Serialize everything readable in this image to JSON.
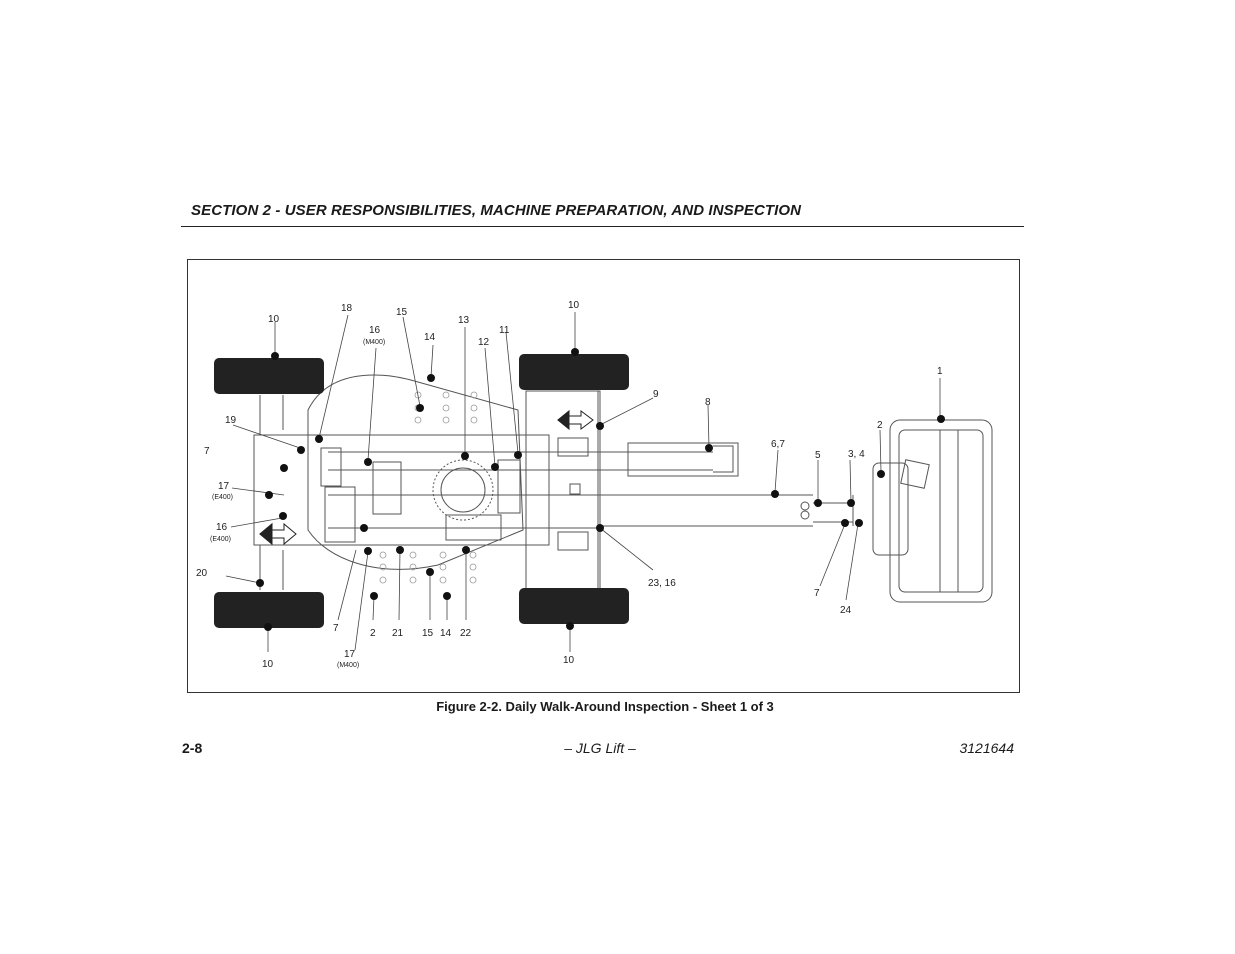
{
  "header": {
    "section_title": "SECTION 2 - USER RESPONSIBILITIES, MACHINE PREPARATION, AND INSPECTION"
  },
  "figure": {
    "caption": "Figure 2-2. Daily Walk-Around Inspection - Sheet 1 of 3",
    "callouts": {
      "c1": "1",
      "c2a": "2",
      "c2b": "2",
      "c34": "3, 4",
      "c5": "5",
      "c67": "6,7",
      "c7a": "7",
      "c7b": "7",
      "c7c": "7",
      "c8": "8",
      "c9": "9",
      "c10a": "10",
      "c10b": "10",
      "c10c": "10",
      "c10d": "10",
      "c11": "11",
      "c12": "12",
      "c13": "13",
      "c14a": "14",
      "c14b": "14",
      "c15a": "15",
      "c15b": "15",
      "c16a": "16",
      "c16b": "16",
      "c17a": "17",
      "c17b": "17",
      "c18": "18",
      "c19": "19",
      "c20": "20",
      "c21": "21",
      "c22": "22",
      "c2316": "23, 16",
      "c24": "24",
      "m400a": "(M400)",
      "m400b": "(M400)",
      "e400a": "(E400)",
      "e400b": "(E400)"
    }
  },
  "footer": {
    "page_number": "2-8",
    "center_text": "– JLG Lift –",
    "doc_number": "3121644"
  }
}
